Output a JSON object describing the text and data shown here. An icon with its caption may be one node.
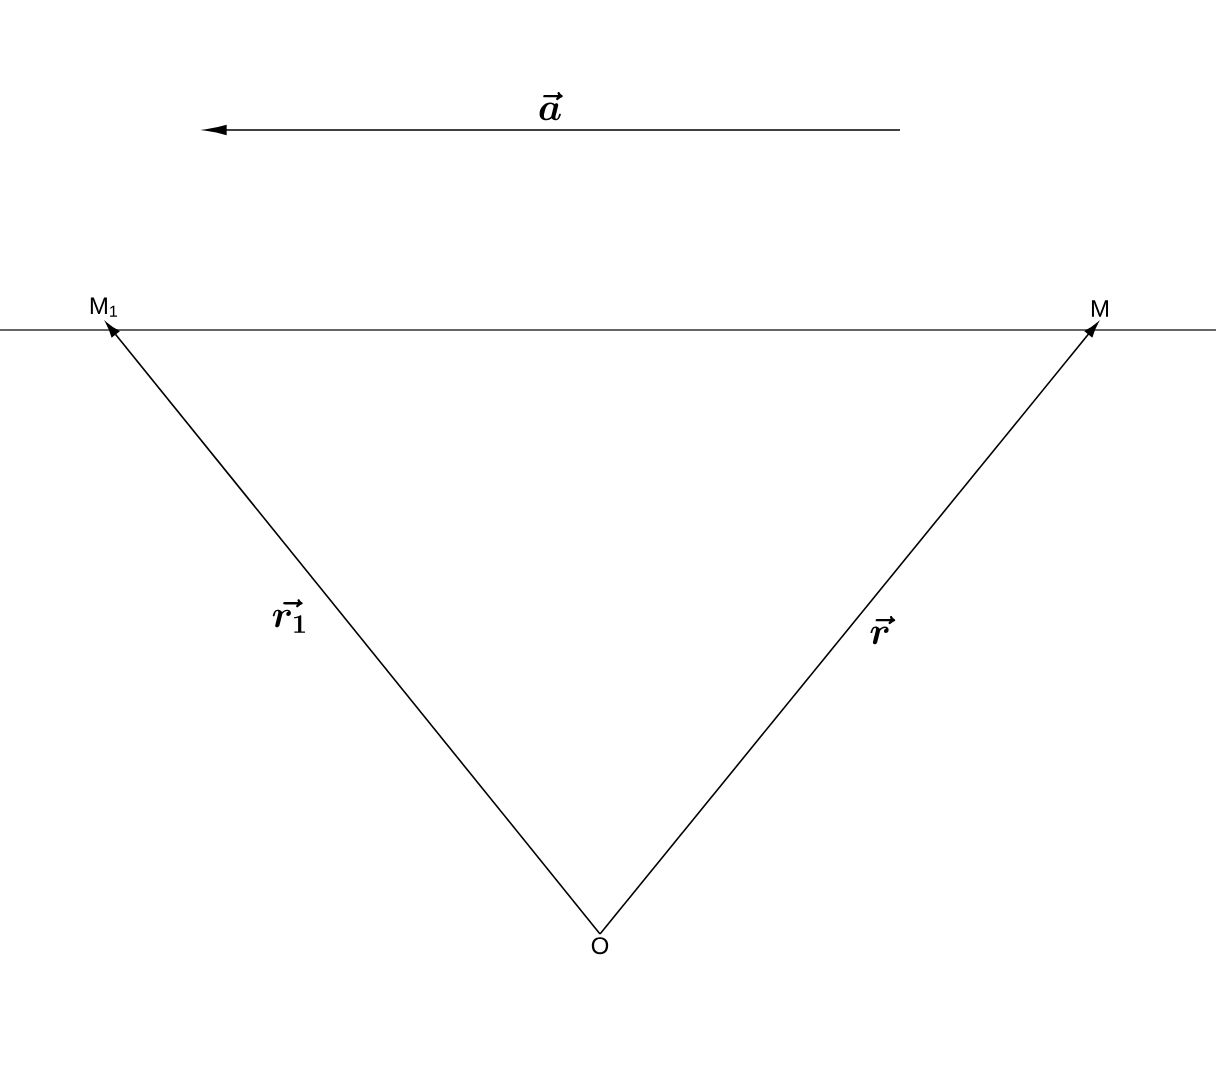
{
  "diagram": {
    "nodes": [
      {
        "text": [
          "M$_{1}$"
        ]
      },
      {
        "text": [
          "M"
        ]
      },
      {
        "text": [
          "O"
        ]
      }
    ],
    "edges": [
      {
        "from": 2,
        "to": 0,
        "arrow": "to",
        "label": "\\vec{r_1}"
      },
      {
        "from": 2,
        "to": 1,
        "arrow": "to",
        "label": "\\vec{r}"
      }
    ],
    "labels": [
      "\\vec{a}"
    ]
  }
}
